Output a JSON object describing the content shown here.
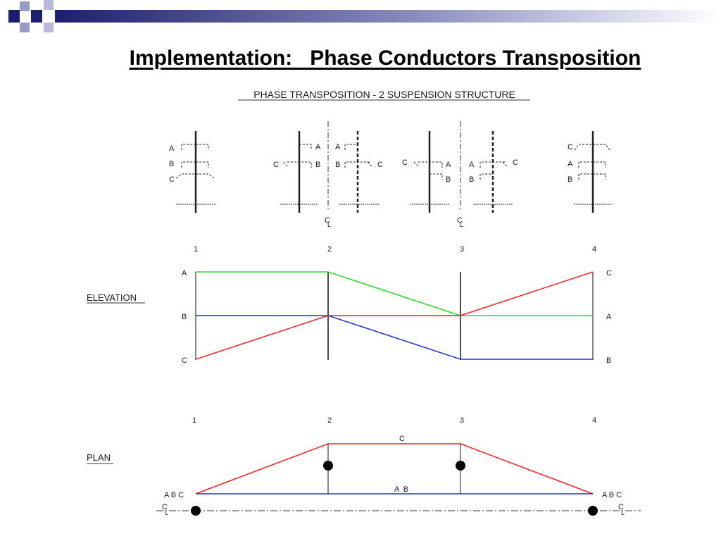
{
  "slide": {
    "title": "Implementation:   Phase Conductors Transposition",
    "colors": {
      "deco_navy": "#1c1f6e",
      "deco_lavender": "#9a9cc8",
      "phase_green": "#22dd22",
      "phase_red": "#ee2222",
      "phase_blue": "#2233cc"
    }
  },
  "diagram": {
    "heading": "PHASE TRANSPOSITION - 2 SUSPENSION STRUCTURE",
    "towers": {
      "t1": {
        "top": "A",
        "mid": "B",
        "bot": "C"
      },
      "t2": {
        "left_mid": "C",
        "right_top": "A",
        "right_mid": "B",
        "centerline": "C"
      },
      "t2b": {
        "left_top": "A",
        "left_mid": "B",
        "right_mid": "C"
      },
      "t3": {
        "left_mid": "C",
        "right_mid": "A",
        "right_bot": "B",
        "centerline": "C"
      },
      "t3b": {
        "left_mid": "A",
        "left_bot": "B",
        "right_mid": "C"
      },
      "t4": {
        "top": "C",
        "mid": "A",
        "bot": "B"
      }
    },
    "elevation": {
      "label": "ELEVATION",
      "structures": [
        "1",
        "2",
        "3",
        "4"
      ],
      "left_phases": [
        "A",
        "B",
        "C"
      ],
      "right_phases": [
        "C",
        "A",
        "B"
      ]
    },
    "plan": {
      "label": "PLAN",
      "structures": [
        "1",
        "2",
        "3",
        "4"
      ],
      "top_label": "C",
      "mid_label": "A  B",
      "left_phases": "A B C",
      "right_phases": "A B C",
      "centerline_left": "C",
      "centerline_right": "C"
    }
  }
}
